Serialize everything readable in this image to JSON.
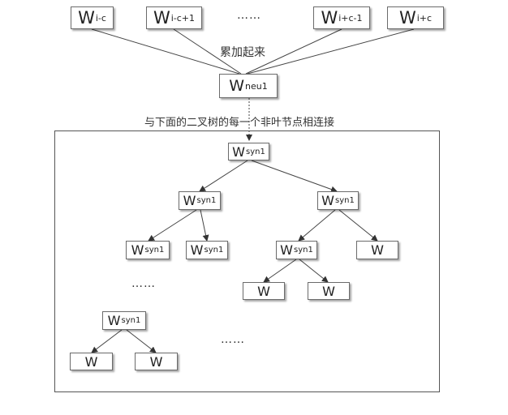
{
  "top_nodes": [
    {
      "base": "W",
      "sub": "i-c"
    },
    {
      "base": "W",
      "sub": "i-c+1"
    },
    {
      "base": "W",
      "sub": "i+c-1"
    },
    {
      "base": "W",
      "sub": "i+c"
    }
  ],
  "top_ellipsis": "……",
  "sum_label": "累加起来",
  "neu_node": {
    "base": "W",
    "sub": "neu1"
  },
  "connect_label": "与下面的二叉树的每一个非叶节点相连接",
  "tree_nodes": [
    {
      "base": "W",
      "sub": "syn1"
    },
    {
      "base": "W",
      "sub": "syn1"
    },
    {
      "base": "W",
      "sub": "syn1"
    },
    {
      "base": "W",
      "sub": "syn1"
    },
    {
      "base": "W",
      "sub": "syn1"
    },
    {
      "base": "W",
      "sub": "syn1"
    },
    {
      "base": "W",
      "sub": ""
    },
    {
      "base": "W",
      "sub": ""
    },
    {
      "base": "W",
      "sub": ""
    },
    {
      "base": "W",
      "sub": "syn1"
    },
    {
      "base": "W",
      "sub": ""
    },
    {
      "base": "W",
      "sub": ""
    }
  ],
  "tree_ellipsis_left": "……",
  "tree_ellipsis_bottom": "……"
}
